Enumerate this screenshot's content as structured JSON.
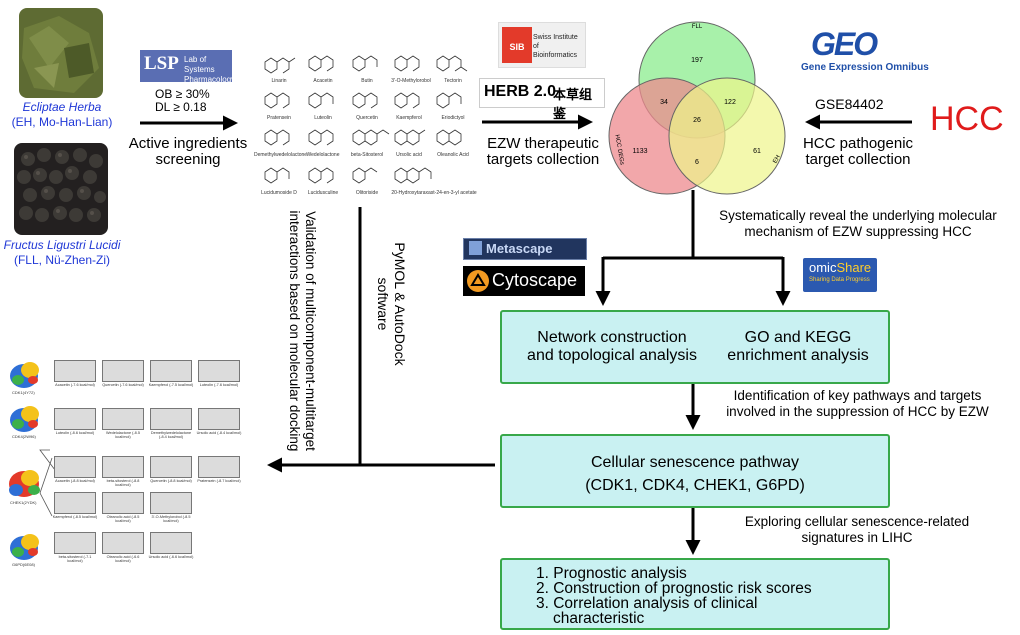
{
  "herbs": [
    {
      "latin": "Ecliptae Herba",
      "common": "(EH, Mo-Han-Lian)"
    },
    {
      "latin": "Fructus Ligustri Lucidi",
      "common": "(FLL, Nü-Zhen-Zi)"
    }
  ],
  "lsp_logo": {
    "abbr": "LSP",
    "line1": "Lab of Systems",
    "line2": "Pharmacology"
  },
  "screening": {
    "ob": "OB ≥ 30%",
    "dl": "DL ≥ 0.18",
    "label_line1": "Active ingredients",
    "label_line2": "screening"
  },
  "ingredients": [
    "Linarin",
    "Acacetin",
    "Butin",
    "3'-O-Methylorobol",
    "Tectorin",
    "Pratensein",
    "Luteolin",
    "Quercetin",
    "Kaempferol",
    "Eriodictyol",
    "Demethylwedelolactone",
    "Wedelolactone",
    "beta-Sitosterol",
    "Ursolic acid",
    "Oleanolic Acid",
    "Lucidumoside D",
    "Lucidusculine",
    "Olitoriside",
    "20-Hydroxytaraxast-24-en-3-yl acetate"
  ],
  "sib_logo": {
    "abbr": "SIB",
    "line1": "Swiss Institute of",
    "line2": "Bioinformatics"
  },
  "herb_logo": {
    "text": "HERB 2.0",
    "chinese": "本草组鉴"
  },
  "ezw_targets": {
    "line1": "EZW therapeutic",
    "line2": "targets collection"
  },
  "venn": {
    "sets": [
      "FLL",
      "HCC DEGs",
      "EH"
    ],
    "regions": {
      "fll_only": "197",
      "hcc_only": "1133",
      "eh_only": "61",
      "fll_hcc": "34",
      "fll_eh": "122",
      "hcc_eh": "6",
      "all": "26"
    },
    "colors": {
      "fll": "#99ee9b",
      "hcc": "#ee8a8e",
      "eh": "#eef58a"
    }
  },
  "geo_logo": {
    "abbr": "GEO",
    "subtitle": "Gene Expression Omnibus"
  },
  "gse": "GSE84402",
  "hcc_label": "HCC",
  "hcc_targets": {
    "line1": "HCC pathogenic",
    "line2": "target collection"
  },
  "reveal_note": {
    "line1": "Systematically reveal the underlying molecular",
    "line2": "mechanism of EZW suppressing HCC"
  },
  "tools": {
    "metascape": "Metascape",
    "cytoscape": "Cytoscape",
    "omicshare_a": "omic",
    "omicshare_b": "Share",
    "omicshare_sub": "Sharing Data Progress"
  },
  "box1": {
    "left_line1": "Network construction",
    "left_line2": "and topological analysis",
    "right_line1": "GO and KEGG",
    "right_line2": "enrichment analysis"
  },
  "key_note": {
    "line1": "Identification of key pathways and targets",
    "line2": "involved in the suppression of HCC by EZW"
  },
  "box2": {
    "line1": "Cellular senescence pathway",
    "line2": "(CDK1, CDK4, CHEK1, G6PD)"
  },
  "explore_note": {
    "line1": "Exploring cellular senescence-related",
    "line2": "signatures in LIHC"
  },
  "box3": {
    "item1": "1. Prognostic analysis",
    "item2": "2. Construction of prognostic risk scores",
    "item3": "3. Correlation analysis of clinical",
    "item3b": "characteristic"
  },
  "pymol": {
    "line1": "PyMOL & AutoDock",
    "line2": "software"
  },
  "validation": {
    "line1": "Validation of multicomponent-multitarget",
    "line2": "interactions based on molecular docking"
  },
  "docking": {
    "proteins": [
      "CDK1(4Y72)",
      "CDK4(2W96)",
      "CHEK1(2YDK)",
      "G6PD(6E08)"
    ],
    "rows": [
      [
        "Acacetin (-7.6 kcal/mol)",
        "Quercetin (-7.6 kcal/mol)",
        "Kaempferol (-7.5 kcal/mol)",
        "Luteolin (-7.6 kcal/mol)"
      ],
      [
        "Luteolin (-8.6 kcal/mol)",
        "Wedelolactone (-8.5 kcal/mol)",
        "Demethylwedelolactone (-8.4 kcal/mol)",
        "Ursolic acid (-8.4 kcal/mol)"
      ],
      [
        "Acacetin (-8.8 kcal/mol)",
        "beta-sitosterol (-8.8 kcal/mol)",
        "Quercetin (-8.8 kcal/mol)",
        "Pratensein (-8.7 kcal/mol)"
      ],
      [
        "Kaempferol (-8.5 kcal/mol)",
        "Oleanolic acid (-8.5 kcal/mol)",
        "3'-O-Methylorobol (-8.5 kcal/mol)"
      ],
      [
        "beta-sitosterol (-7.1 kcal/mol)",
        "Oleanolic acid (-6.6 kcal/mol)",
        "Ursolic acid (-6.6 kcal/mol)"
      ]
    ]
  }
}
